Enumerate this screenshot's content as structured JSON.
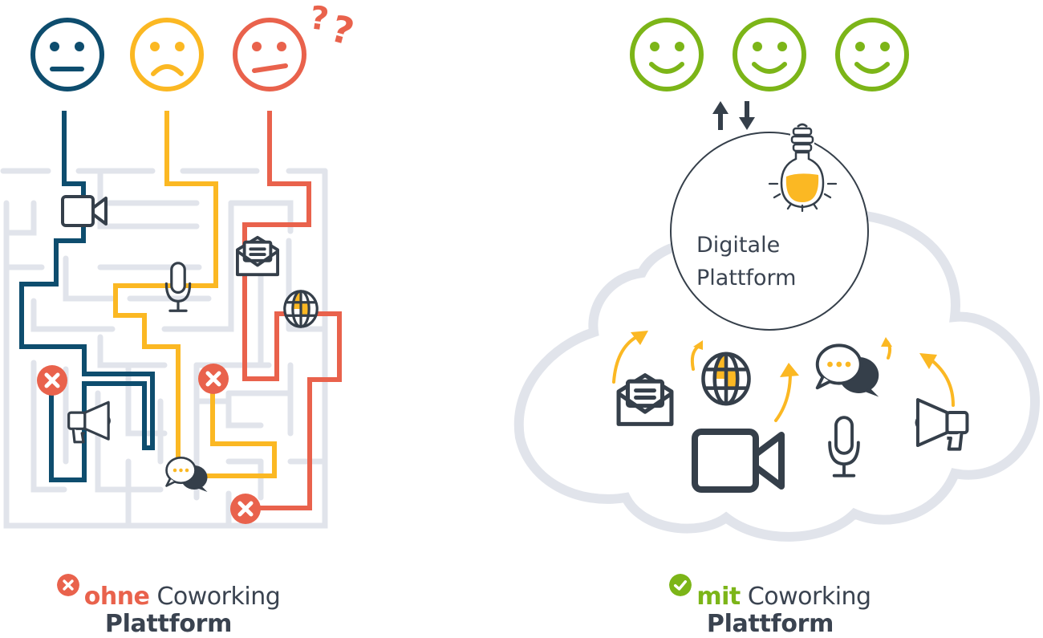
{
  "colors": {
    "navy": "#0e4d6e",
    "yellow": "#fbb823",
    "red": "#e9624c",
    "green": "#7cb518",
    "maze_gray": "#e1e4eb",
    "icon_dark": "#353f4a",
    "cloud_gray": "#e1e4eb"
  },
  "left_panel": {
    "faces": [
      {
        "mood": "neutral",
        "color": "navy",
        "icon": "neutral-face-icon"
      },
      {
        "mood": "sad",
        "color": "yellow",
        "icon": "sad-face-icon"
      },
      {
        "mood": "confused",
        "color": "red",
        "icon": "confused-face-icon",
        "extra": "question-marks"
      }
    ],
    "maze_icons": [
      "video-camera-icon",
      "microphone-icon",
      "envelope-icon",
      "globe-icon",
      "megaphone-icon",
      "chat-bubbles-icon"
    ],
    "dead_ends": 3,
    "caption": {
      "status_icon": "x-circle-icon",
      "accent_word": "ohne",
      "rest": "Coworking",
      "line2": "Plattform"
    }
  },
  "right_panel": {
    "faces": [
      {
        "mood": "happy",
        "color": "green",
        "icon": "happy-face-icon"
      },
      {
        "mood": "happy",
        "color": "green",
        "icon": "happy-face-icon"
      },
      {
        "mood": "happy",
        "color": "green",
        "icon": "happy-face-icon"
      }
    ],
    "exchange_arrows": "up-down-arrows-icon",
    "platform": {
      "line1": "Digitale",
      "line2": "Plattform",
      "icon": "light-bulb-icon"
    },
    "cloud_icons": [
      "envelope-icon",
      "globe-icon",
      "video-camera-icon",
      "chat-bubbles-icon",
      "microphone-icon",
      "megaphone-icon"
    ],
    "caption": {
      "status_icon": "check-circle-icon",
      "accent_word": "mit",
      "rest": "Coworking",
      "line2": "Plattform"
    }
  }
}
